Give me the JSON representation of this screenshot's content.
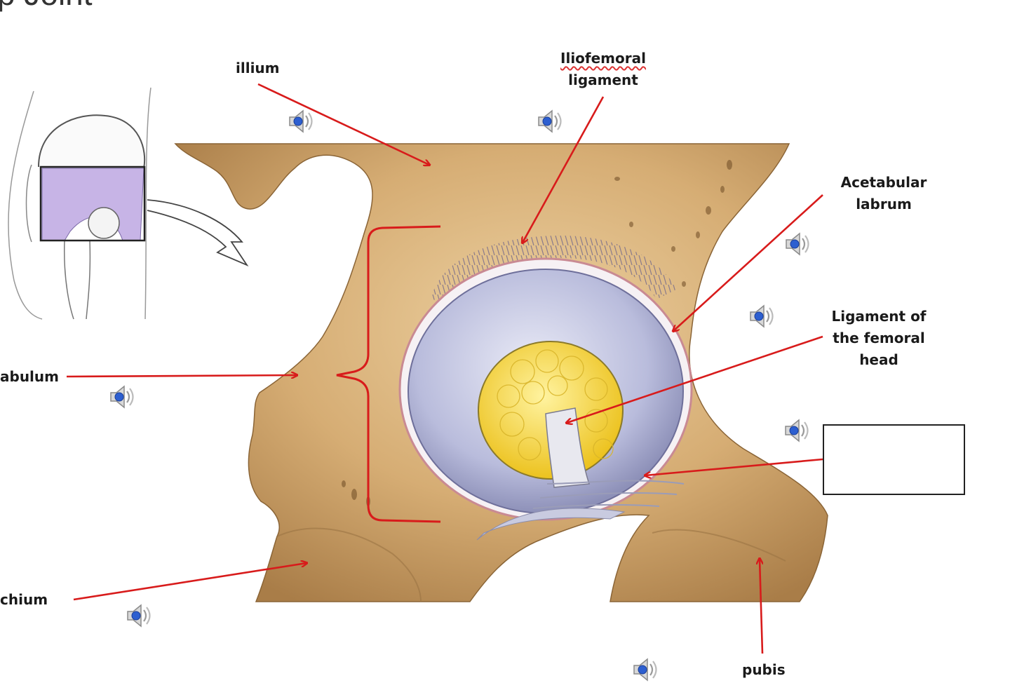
{
  "title": "p Joint",
  "labels": {
    "illium": "illium",
    "iliofemoral_line1": "Iliofemoral",
    "iliofemoral_line2": "ligament",
    "acetabular_line1": "Acetabular",
    "acetabular_line2": "labrum",
    "ligfem_line1": "Ligament of",
    "ligfem_line2": "the femoral",
    "ligfem_line3": "head",
    "acetabulum": "abulum",
    "ischium": "chium",
    "pubis": "pubis"
  },
  "blank_answer": "",
  "icons": [
    "speaker-icon"
  ],
  "colors": {
    "bone": "#d9b47e",
    "bone_dark": "#a8804d",
    "cartilage": "#c9cbe4",
    "fat_pad": "#f3d640",
    "arrow": "#d81b1b"
  }
}
